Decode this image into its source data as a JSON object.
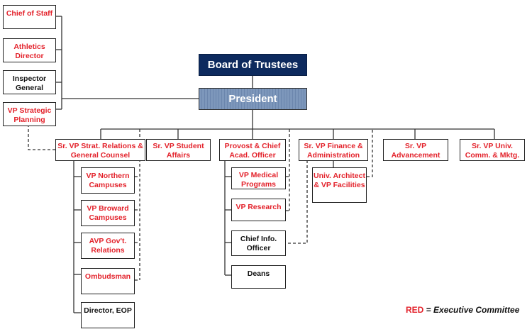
{
  "board": {
    "label": "Board of Trustees",
    "color": "#0d2a5e"
  },
  "president": {
    "label": "President",
    "color": "#7d97bb"
  },
  "staff": [
    {
      "label": "Chief of Staff",
      "executive": true
    },
    {
      "label": "Athletics Director",
      "executive": true
    },
    {
      "label": "Inspector General",
      "executive": false
    },
    {
      "label": "VP Strategic Planning",
      "executive": true
    }
  ],
  "senior": [
    {
      "label": "Sr. VP Strat. Relations & General Counsel",
      "executive": true
    },
    {
      "label": "Sr. VP Student Affairs",
      "executive": true
    },
    {
      "label": "Provost & Chief Acad. Officer",
      "executive": true
    },
    {
      "label": "Sr. VP Finance & Administration",
      "executive": true
    },
    {
      "label": "Sr. VP Advancement",
      "executive": true
    },
    {
      "label": "Sr. VP Univ. Comm. & Mktg.",
      "executive": true
    }
  ],
  "counsel_reports": [
    {
      "label": "VP Northern Campuses",
      "executive": true
    },
    {
      "label": "VP Broward Campuses",
      "executive": true
    },
    {
      "label": "AVP Gov't. Relations",
      "executive": true
    },
    {
      "label": "Ombudsman",
      "executive": true
    },
    {
      "label": "Director, EOP",
      "executive": false
    }
  ],
  "provost_reports": [
    {
      "label": "VP Medical Programs",
      "executive": true
    },
    {
      "label": "VP Research",
      "executive": true
    },
    {
      "label": "Chief Info. Officer",
      "executive": false
    },
    {
      "label": "Deans",
      "executive": false
    }
  ],
  "finance_reports": [
    {
      "label": "Univ. Architect & VP Facilities",
      "executive": true
    }
  ],
  "legend": {
    "key": "RED",
    "text": " = Executive Committee",
    "color": "#e3222b"
  }
}
